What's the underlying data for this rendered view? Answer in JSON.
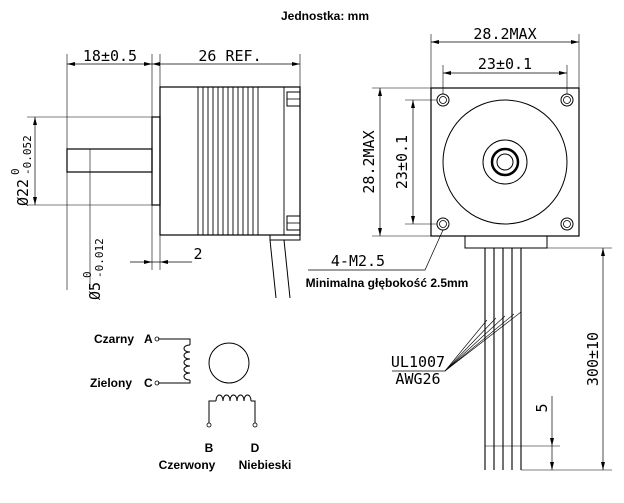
{
  "title": "Jednostka: mm",
  "side_view": {
    "shaft_length": "18±0.5",
    "body_length": "26 REF.",
    "body_dia_base": "Ø22",
    "body_dia_tol_upper": "0",
    "body_dia_tol_lower": "-0.052",
    "shaft_dia_base": "Ø5",
    "shaft_dia_tol_upper": "0",
    "shaft_dia_tol_lower": "-0.012",
    "flange_thickness": "2"
  },
  "front_view": {
    "width_max": "28.2MAX",
    "hole_spacing_h": "23±0.1",
    "height_max": "28.2MAX",
    "hole_spacing_v": "23±0.1",
    "mount_holes": "4-M2.5",
    "min_depth_note": "Minimalna głębokość 2.5mm",
    "wire_type": "UL1007",
    "wire_gauge": "AWG26",
    "wire_length": "300±10",
    "strip_length": "5"
  },
  "wiring": {
    "black_label": "Czarny",
    "black_pin": "A",
    "green_label": "Zielony",
    "green_pin": "C",
    "red_pin": "B",
    "red_label": "Czerwony",
    "blue_pin": "D",
    "blue_label": "Niebieski"
  }
}
